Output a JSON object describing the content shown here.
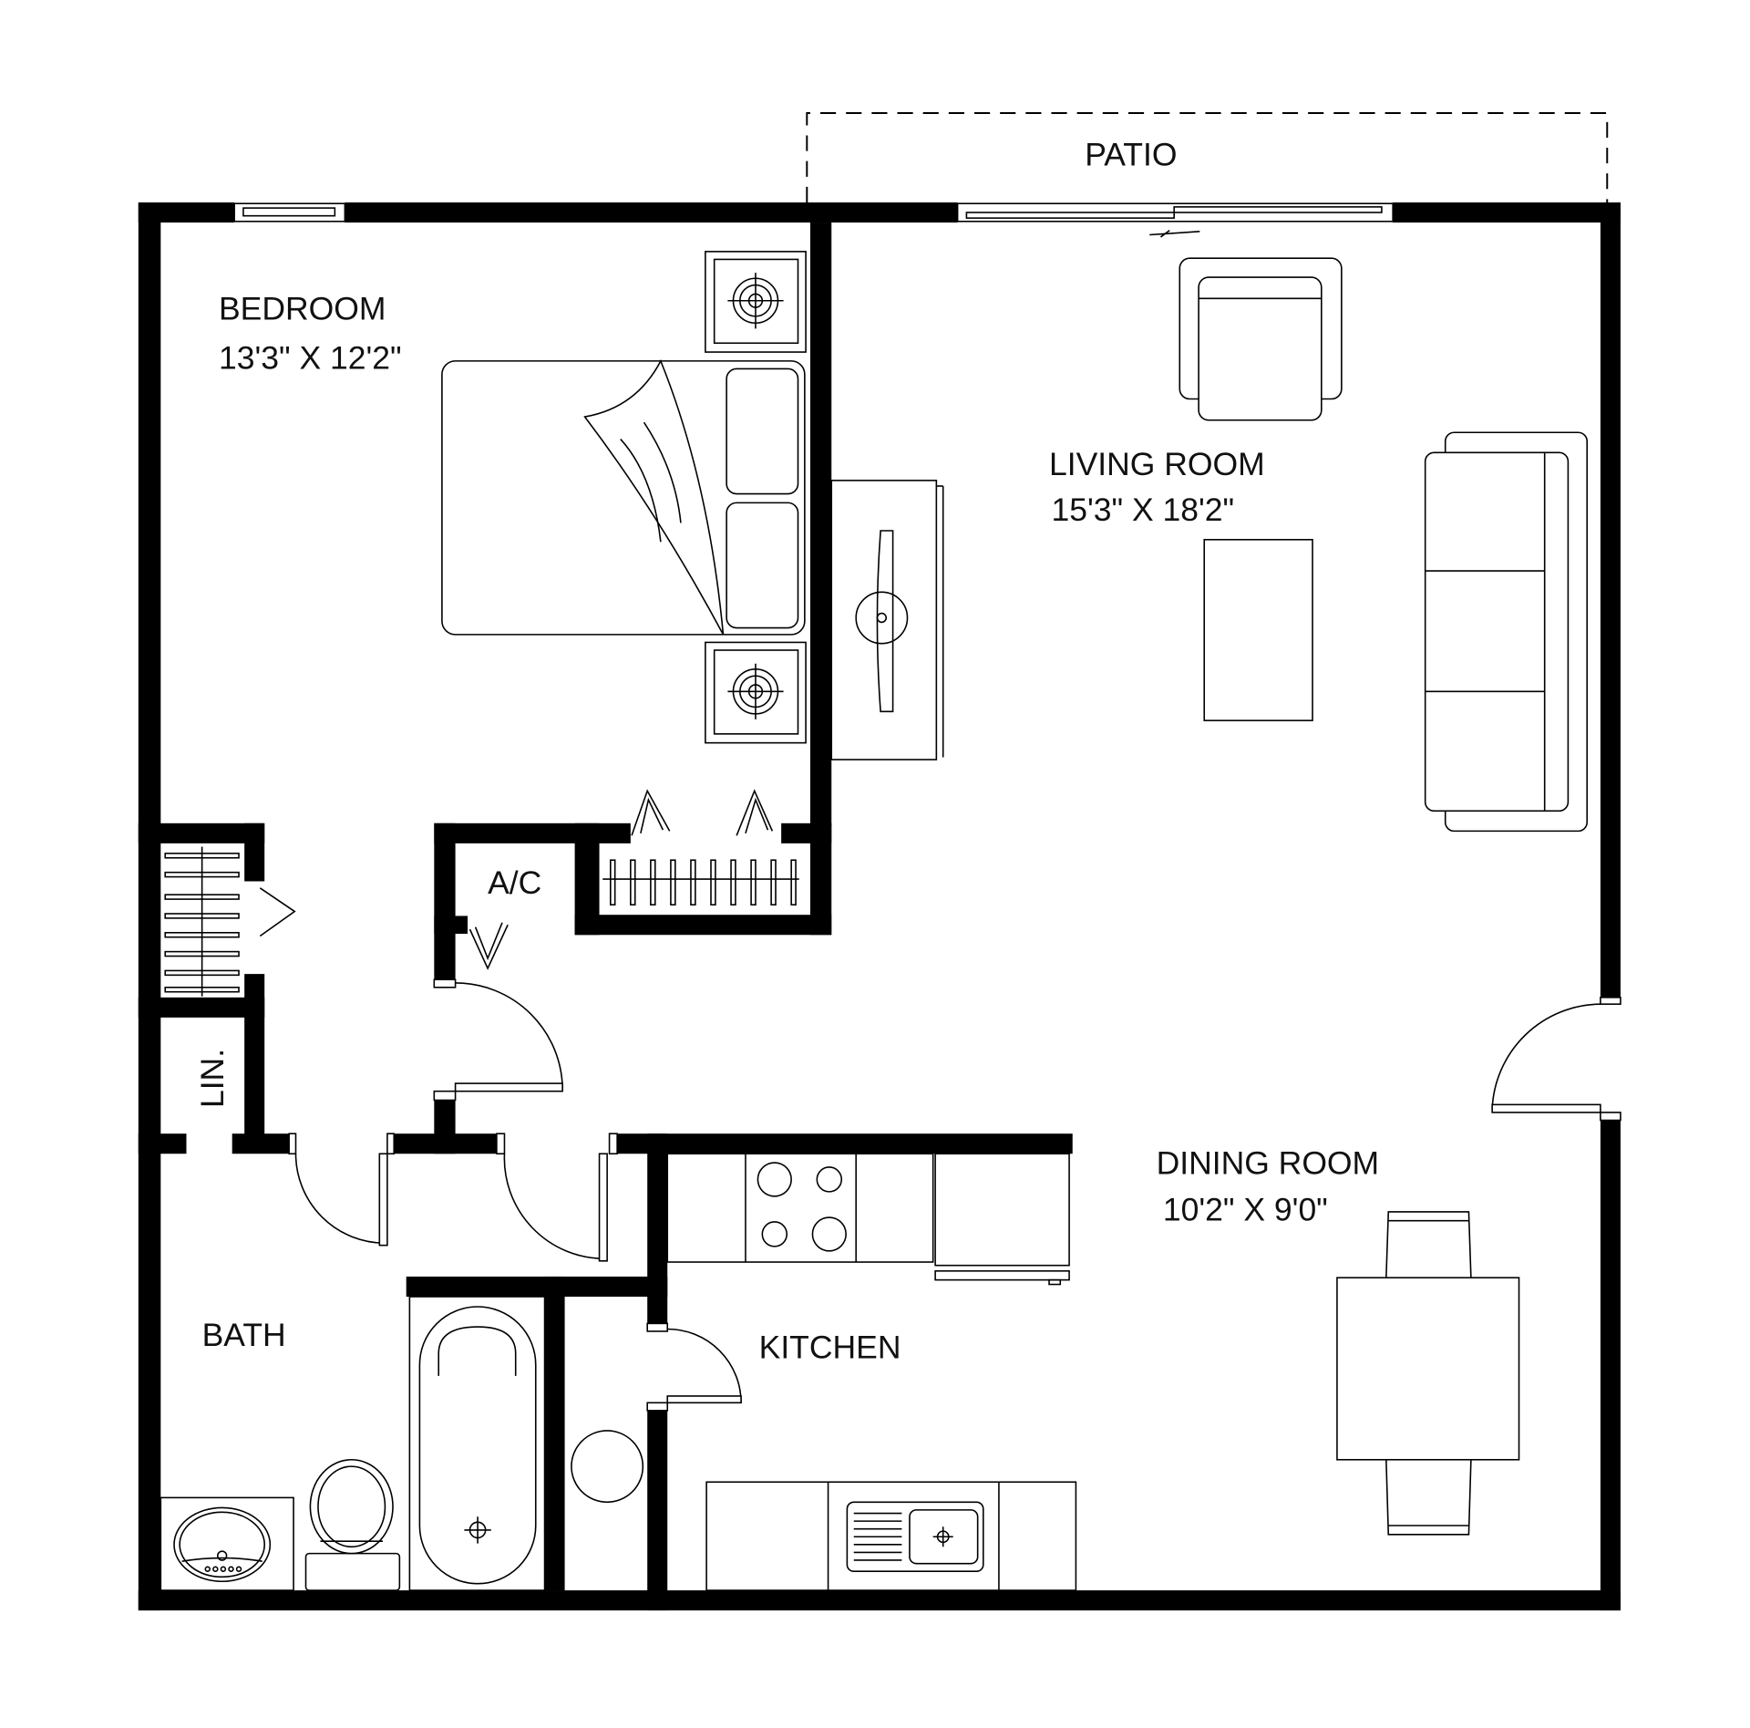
{
  "plan": {
    "patio": {
      "label": "PATIO"
    },
    "rooms": {
      "bedroom": {
        "name": "BEDROOM",
        "size": "13'3\" X 12'2\""
      },
      "living": {
        "name": "LIVING ROOM",
        "size": "15'3\" X 18'2\""
      },
      "dining": {
        "name": "DINING ROOM",
        "size": "10'2\" X 9'0\""
      },
      "kitchen": {
        "name": "KITCHEN"
      },
      "bath": {
        "name": "BATH"
      },
      "ac": {
        "name": "A/C"
      },
      "linen": {
        "name": "LIN."
      }
    },
    "colors": {
      "wall": "#000000",
      "background": "#ffffff",
      "line": "#000000"
    }
  }
}
